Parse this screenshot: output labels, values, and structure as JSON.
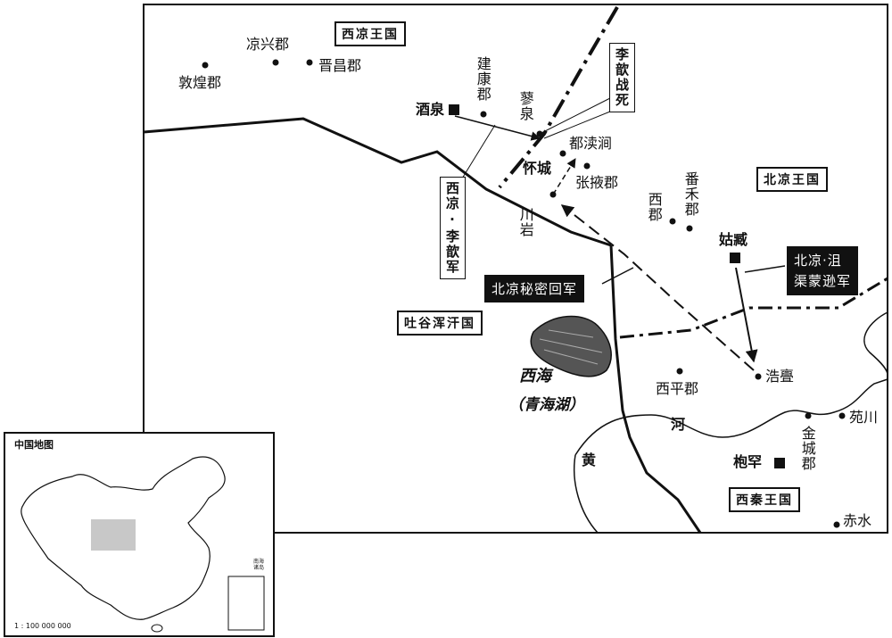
{
  "kingdoms": {
    "xiliang": "西凉王国",
    "beiliang": "北凉王国",
    "tuyuhun": "吐谷浑汗国",
    "xiqin": "西秦王国"
  },
  "callouts": {
    "li_xin_killed": "李歆战死",
    "xiliang_army": "西凉·李歆军",
    "beiliang_secret": "北凉秘密回军",
    "beiliang_army_line1": "北凉·沮",
    "beiliang_army_line2": "渠蒙逊军"
  },
  "places": {
    "dunhuang": "敦煌郡",
    "liangxing": "凉兴郡",
    "jinchang": "晋昌郡",
    "jiankang": "建康郡",
    "jiuquan": "酒泉",
    "liaoquan": "蓼泉",
    "dujuanjian": "都渎涧",
    "huaicheng": "怀城",
    "zhangye": "张掖郡",
    "chuanyan": "川岩",
    "xijun": "西郡",
    "fanhe": "番禾郡",
    "guzang": "姑臧",
    "haomen": "浩亹",
    "xiping": "西平郡",
    "yuanchuan": "苑川",
    "jincheng": "金城郡",
    "fuhan": "枹罕",
    "chishui": "赤水",
    "xihai": "西海",
    "qinghai": "（青海湖）",
    "huang": "黄",
    "he": "河"
  },
  "inset": {
    "title": "中国地图",
    "scale": "1 : 100 000 000",
    "south_sea": "南海诸岛"
  },
  "colors": {
    "ink": "#111111",
    "paper": "#ffffff",
    "highlight": "#c8c8c8"
  },
  "icons": [
    "city-square-icon",
    "town-dot-icon",
    "march-arrow-icon",
    "route-dashed-icon"
  ]
}
